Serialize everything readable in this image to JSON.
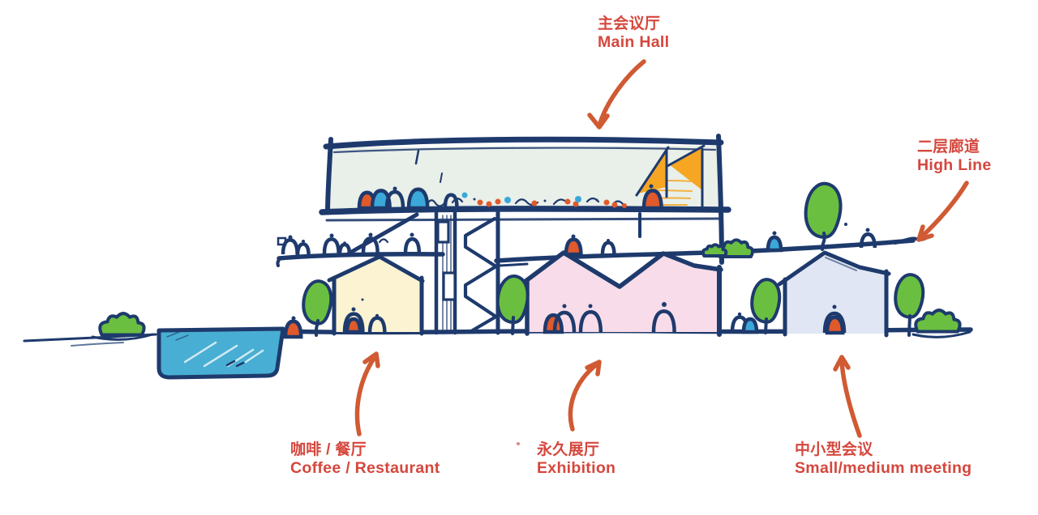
{
  "figure_type": "hand-drawn architectural section sketch",
  "annotations": [
    {
      "id": "main-hall",
      "zh": "主会议厅",
      "en": "Main Hall"
    },
    {
      "id": "high-line",
      "zh": "二层廊道",
      "en": "High Line"
    },
    {
      "id": "coffee-restaurant",
      "zh": "咖啡 / 餐厅",
      "en": "Coffee / Restaurant"
    },
    {
      "id": "exhibition",
      "zh": "永久展厅",
      "en": "Exhibition"
    },
    {
      "id": "small-medium-meeting",
      "zh": "中小型会议",
      "en": "Small/medium meeting"
    }
  ],
  "palette": {
    "label_red": "#d5473d",
    "arrow_orange": "#d05a33",
    "ink_navy": "#1e3a6d",
    "water_blue": "#49aed3",
    "tree_green": "#6abf40",
    "sail_orange": "#f6a623",
    "people_orange": "#e05a2b",
    "people_blue": "#3aa8d8",
    "main_hall_fill": "#e9efe9",
    "coffee_fill": "#fbf3d2",
    "exhibition_fill": "#f8dce9",
    "meeting_fill": "#e0e6f3"
  }
}
